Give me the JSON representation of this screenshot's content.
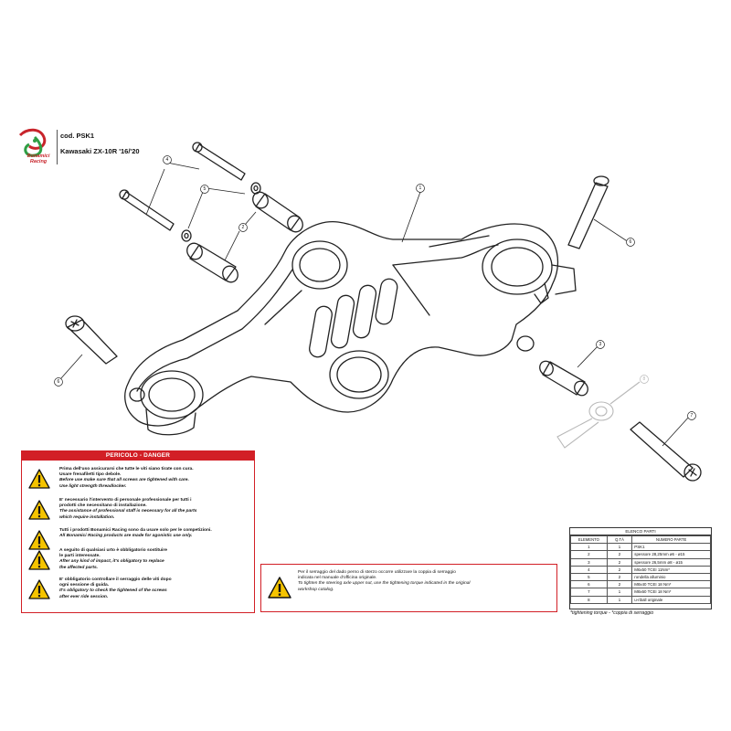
{
  "brand": {
    "logo_text": "Bonamici Racing"
  },
  "header": {
    "code": "cod. PSK1",
    "model": "Kawasaki ZX-10R '16/'20"
  },
  "callouts": [
    "1",
    "2",
    "3",
    "4",
    "5",
    "6",
    "6",
    "7",
    "8"
  ],
  "danger": {
    "title": "PERICOLO - DANGER",
    "blocks": [
      {
        "it": [
          "Prima dell'uso assicurarsi che tutte le viti siano tirate con cura.",
          "Usare frenafiletti tipo debole."
        ],
        "en": [
          "Before use make sure that all screws are tightened with care.",
          "Use light strength threadlocker."
        ]
      },
      {
        "it": [
          "E' necessario l'intervento di personale professionale per tutti i",
          "prodotti che necessitano di installazione."
        ],
        "en": [
          "The assistance of professional staff is necessary for all the parts",
          "which require installation."
        ]
      },
      {
        "it": [
          "Tutti i prodotti Bonamici Racing sono da usare solo per le competizioni."
        ],
        "en": [
          "All Bonamici Racing products are made for agonistic use only."
        ]
      },
      {
        "it": [
          "A seguito di qualsiasi urto è obbligatorio sostituire",
          "le parti interessate."
        ],
        "en": [
          "After any kind of impact, it's obligatory to replace",
          "the affected parts."
        ]
      },
      {
        "it": [
          "E' obbligatorio controllare il serraggio delle viti dopo",
          "ogni sessione di guida."
        ],
        "en": [
          "It's obligatory to check the tightened of the screws",
          "after ever ride session."
        ]
      }
    ]
  },
  "notice": {
    "it": [
      "Per il serraggio del dado perno di sterzo occorre utilizzare la coppia di serraggio",
      "indicata nel manuale d'officina originale."
    ],
    "en": [
      "To tighten the steering axle upper nut, use the tightening torque indicated in the original",
      "workshop catalog."
    ]
  },
  "parts_table": {
    "title": "ELENCO PARTI",
    "columns": [
      "ELEMENTO",
      "Q.TÀ",
      "NUMERO PARTE"
    ],
    "rows": [
      [
        "1",
        "1",
        "PSK1"
      ],
      [
        "2",
        "2",
        "spessore 28,25mm ø6 - ø15"
      ],
      [
        "3",
        "2",
        "spessore 26,5mm ø8 - ø15"
      ],
      [
        "4",
        "2",
        "M6x50 TCEI 11Nm*"
      ],
      [
        "5",
        "2",
        "rondella alluminio"
      ],
      [
        "6",
        "2",
        "M8x40 TCEI 18 Nm*"
      ],
      [
        "7",
        "1",
        "M8x60 TCEI 18 Nm*"
      ],
      [
        "8",
        "1",
        "u-riball originale"
      ]
    ],
    "footnote": "*tightening torque - *coppia di serraggio"
  },
  "colors": {
    "danger_red": "#d21f26",
    "logo_red": "#c8242b",
    "logo_green": "#2f9e44",
    "warning_yellow": "#f5c400"
  }
}
